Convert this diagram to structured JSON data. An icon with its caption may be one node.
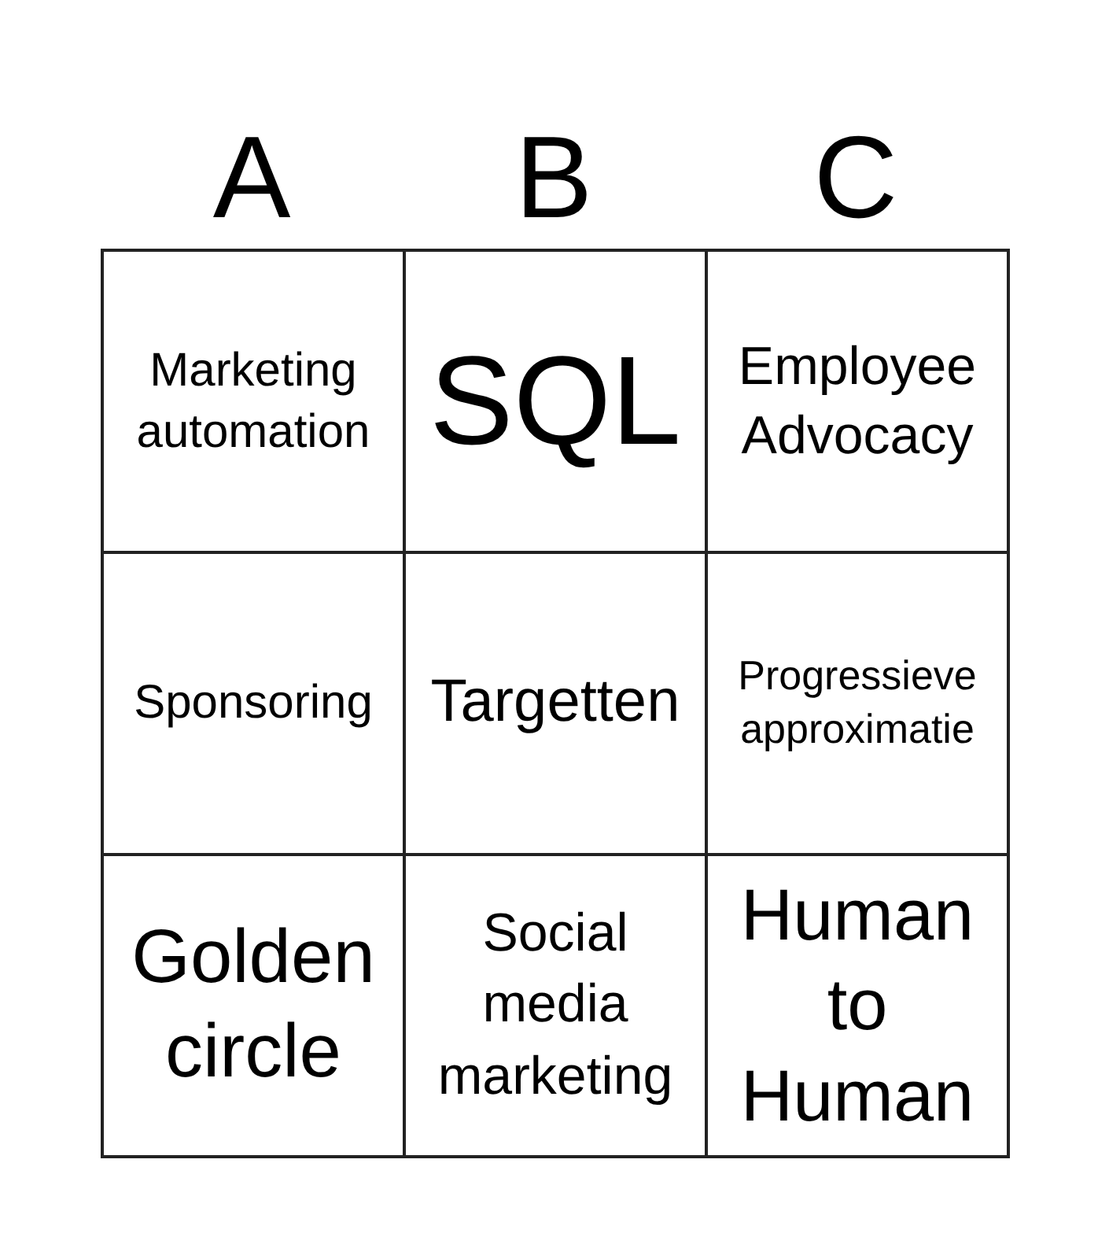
{
  "diagram": {
    "nodes": [
      {
        "text": [
          "Marketing automation"
        ]
      },
      {
        "text": [
          "SQL"
        ]
      },
      {
        "text": [
          "Employee Advocacy"
        ]
      },
      {
        "text": [
          "Sponsoring"
        ]
      },
      {
        "text": [
          "Targetten"
        ]
      },
      {
        "text": [
          "Progressieve approximatie"
        ]
      },
      {
        "text": [
          "Golden circle"
        ]
      },
      {
        "text": [
          "Social media marketing"
        ]
      },
      {
        "text": [
          "Human to Human"
        ]
      }
    ],
    "labels": [
      "A",
      "B",
      "C"
    ]
  }
}
